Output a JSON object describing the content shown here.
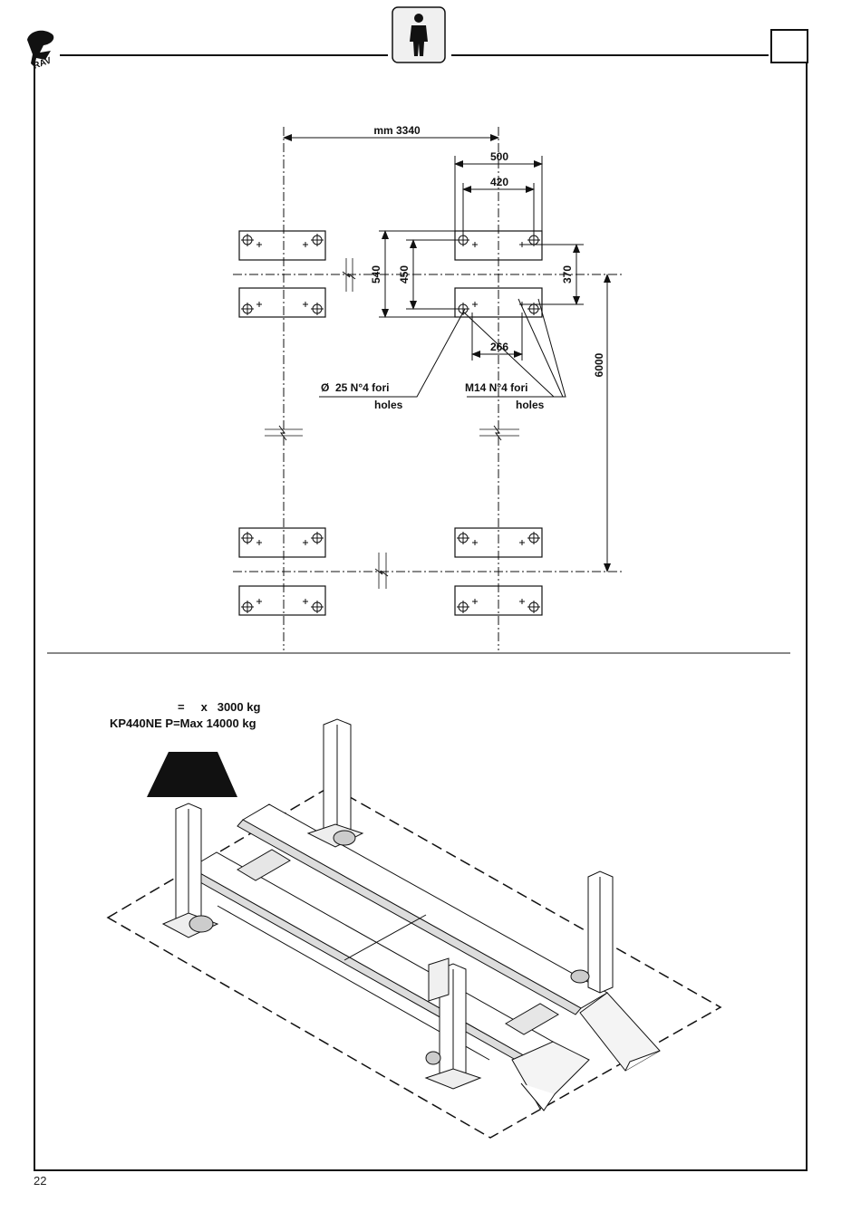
{
  "header": {
    "logo": "brand-logo",
    "icon": "operator-person-icon",
    "box_value": ""
  },
  "foundation_plan": {
    "dim_total": "mm 3340",
    "dim_500": "500",
    "dim_420": "420",
    "dim_540": "540",
    "dim_450": "450",
    "dim_370": "370",
    "dim_266": "266",
    "dim_6000": "6000",
    "hole_large_label": "Ø  25 N°4 fori",
    "hole_large_sub": "holes",
    "hole_m14_label": "M14 N°4 fori",
    "hole_m14_sub": "holes",
    "base_plates": 8
  },
  "lift": {
    "load_line1": "=     x   3000 kg",
    "load_line2": "KP440NE P=Max 14000 kg"
  },
  "footer": {
    "page_number": "22"
  }
}
